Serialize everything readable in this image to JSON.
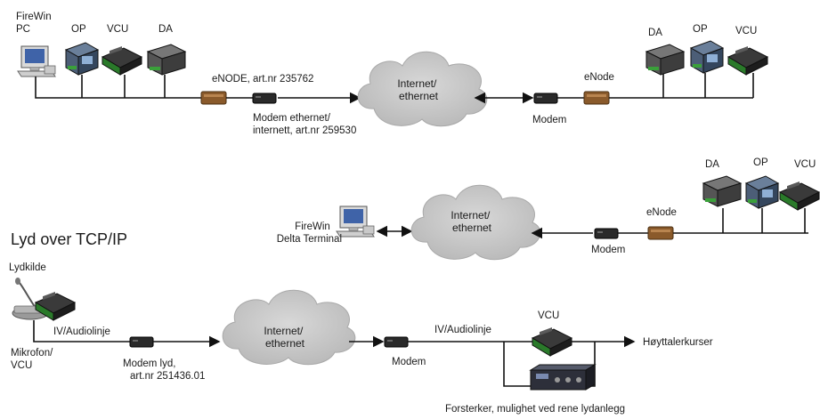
{
  "row1": {
    "left_labels": {
      "firewin_pc": [
        "FireWin",
        "PC"
      ],
      "op": "OP",
      "vcu": "VCU",
      "da": "DA"
    },
    "enode_label": "eNODE, art.nr 235762",
    "modem_label": [
      "Modem ethernet/",
      "internett, art.nr 259530"
    ],
    "cloud_label": [
      "Internet/",
      "ethernet"
    ],
    "right_modem_label": "Modem",
    "right_enode_label": "eNode",
    "right_labels": {
      "da": "DA",
      "op": "OP",
      "vcu": "VCU"
    }
  },
  "row2": {
    "terminal_label": [
      "FireWin",
      "Delta Terminal"
    ],
    "cloud_label": [
      "Internet/",
      "ethernet"
    ],
    "modem_label": "Modem",
    "enode_label": "eNode",
    "right_labels": {
      "da": "DA",
      "op": "OP",
      "vcu": "VCU"
    }
  },
  "row3": {
    "section_title": "Lyd over TCP/IP",
    "source_label": "Lydkilde",
    "mic_label": [
      "Mikrofon/",
      "VCU"
    ],
    "line_label_left": "IV/Audiolinje",
    "modem_label": [
      "Modem lyd,",
      "art.nr 251436.01"
    ],
    "cloud_label": [
      "Internet/",
      "ethernet"
    ],
    "right_modem_label": "Modem",
    "line_label_right": "IV/Audiolinje",
    "vcu_label": "VCU",
    "speaker_label": "Høyttalerkurser",
    "amplifier_label": "Forsterker, mulighet ved rene lydanlegg"
  }
}
